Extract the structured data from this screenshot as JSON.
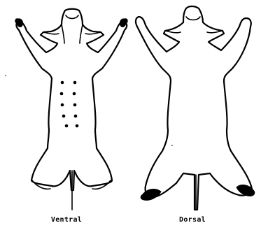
{
  "figure": {
    "labels": {
      "ventral": "Ventral",
      "dorsal": "Dorsal"
    },
    "ventral_spots": 10,
    "line_color": "#000000",
    "background": "#ffffff"
  }
}
